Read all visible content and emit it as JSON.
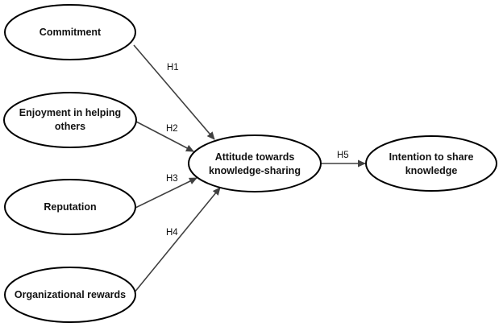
{
  "diagram": {
    "nodes": {
      "commitment": {
        "lines": [
          "Commitment"
        ]
      },
      "enjoyment": {
        "lines": [
          "Enjoyment in helping",
          "others"
        ]
      },
      "reputation": {
        "lines": [
          "Reputation"
        ]
      },
      "rewards": {
        "lines": [
          "Organizational rewards"
        ]
      },
      "attitude": {
        "lines": [
          "Attitude towards",
          "knowledge-sharing"
        ]
      },
      "intention": {
        "lines": [
          "Intention to share",
          "knowledge"
        ]
      }
    },
    "edges": [
      {
        "label": "H1",
        "from": "commitment",
        "to": "attitude"
      },
      {
        "label": "H2",
        "from": "enjoyment",
        "to": "attitude"
      },
      {
        "label": "H3",
        "from": "reputation",
        "to": "attitude"
      },
      {
        "label": "H4",
        "from": "rewards",
        "to": "attitude"
      },
      {
        "label": "H5",
        "from": "attitude",
        "to": "intention"
      }
    ]
  }
}
